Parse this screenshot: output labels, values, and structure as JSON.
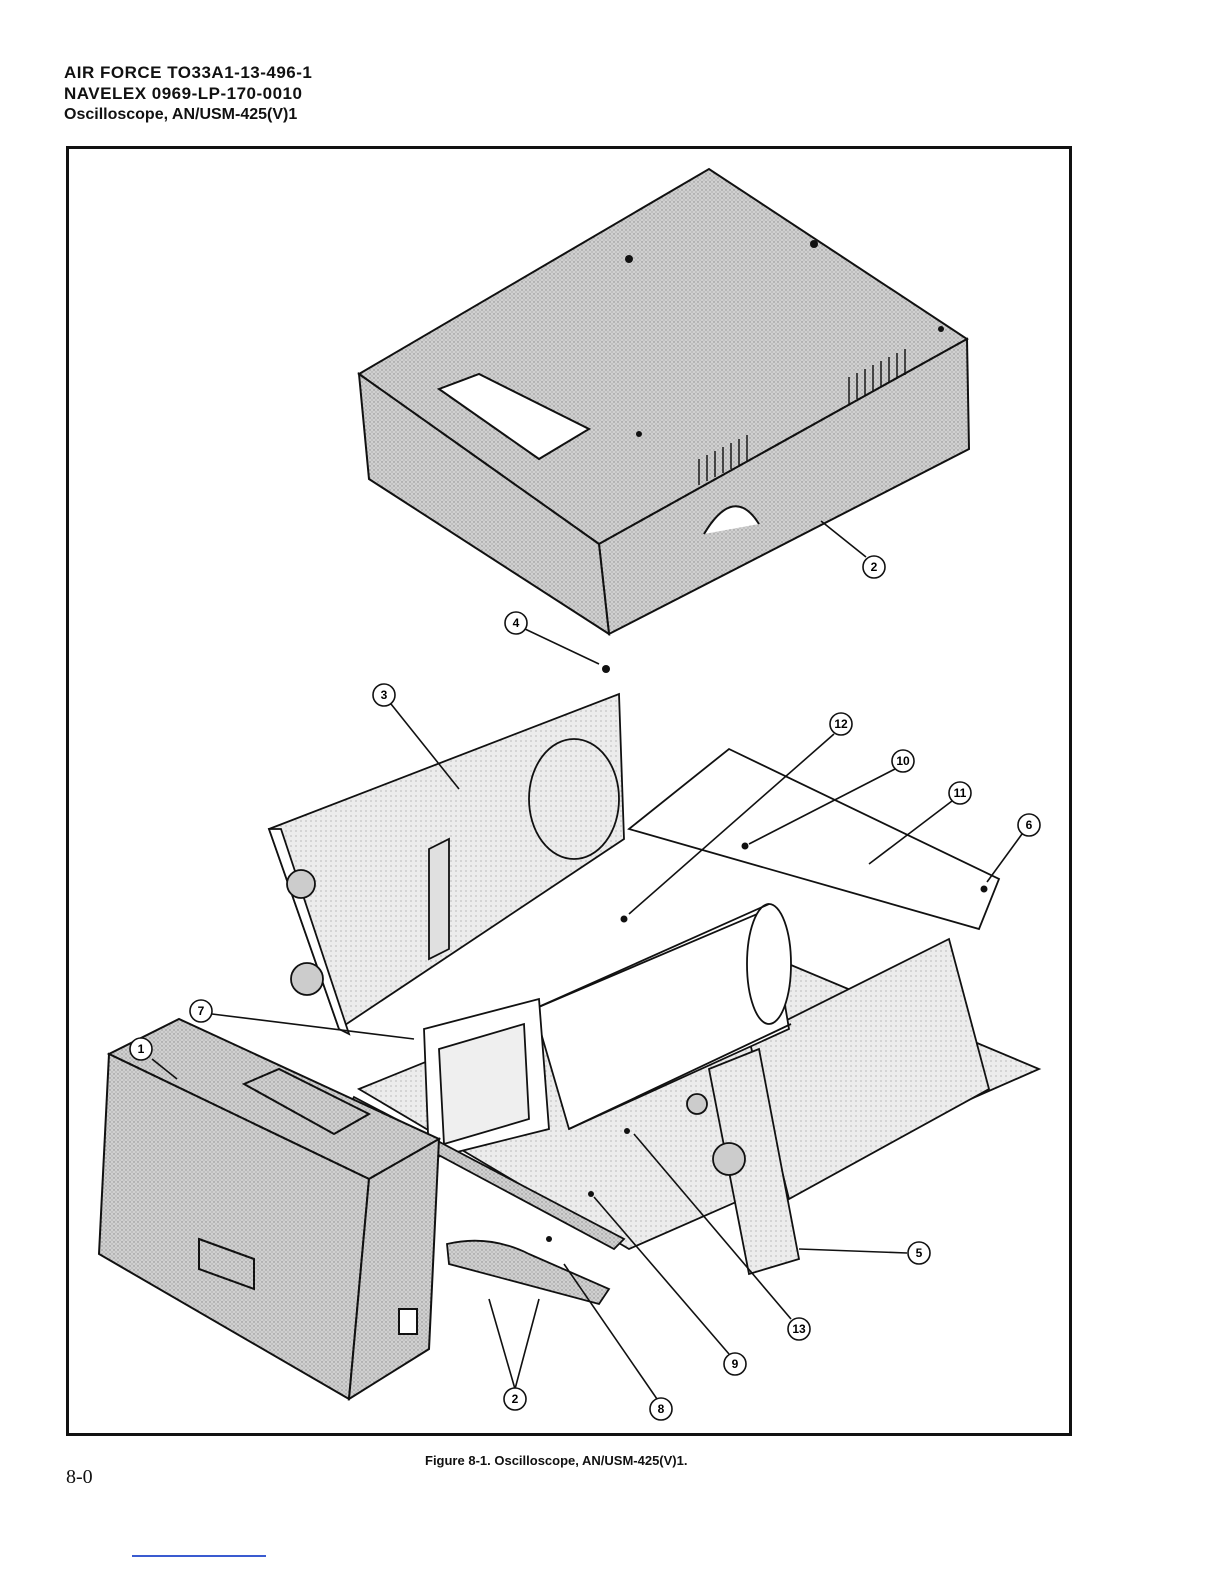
{
  "header": {
    "line1": "AIR FORCE  TO33A1-13-496-1",
    "line2": "NAVELEX  0969-LP-170-0010",
    "line3": "Oscilloscope, AN/USM-425(V)1"
  },
  "figure": {
    "caption": "Figure 8-1. Oscilloscope, AN/USM-425(V)1.",
    "callouts": [
      "1",
      "2",
      "3",
      "4",
      "5",
      "6",
      "7",
      "8",
      "9",
      "10",
      "11",
      "12",
      "13"
    ]
  },
  "footer": {
    "page_number": "8-0"
  }
}
